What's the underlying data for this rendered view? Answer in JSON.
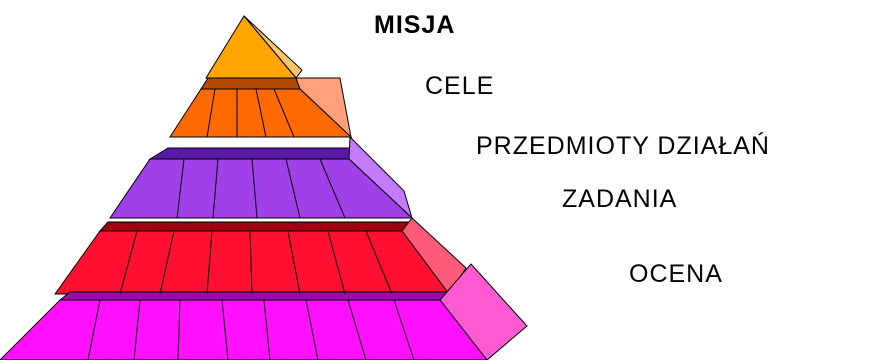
{
  "pyramid": {
    "levels": [
      {
        "label": "MISJA",
        "front_color": "#FFA500",
        "side_color": "#FFC56A",
        "top_color": "#B8860B"
      },
      {
        "label": "CELE",
        "front_color": "#FF6A00",
        "side_color": "#FFA07A",
        "top_color": "#B84A00"
      },
      {
        "label": "PRZEDMIOTY DZIAŁAŃ",
        "front_color": "#A040E8",
        "side_color": "#C47CFF",
        "top_color": "#5A1AA8"
      },
      {
        "label": "ZADANIA",
        "front_color": "#FF1030",
        "side_color": "#FF5A7A",
        "top_color": "#A00010"
      },
      {
        "label": "OCENA",
        "front_color": "#FF10FF",
        "side_color": "#FF5AD2",
        "top_color": "#9A0AB0"
      }
    ]
  }
}
